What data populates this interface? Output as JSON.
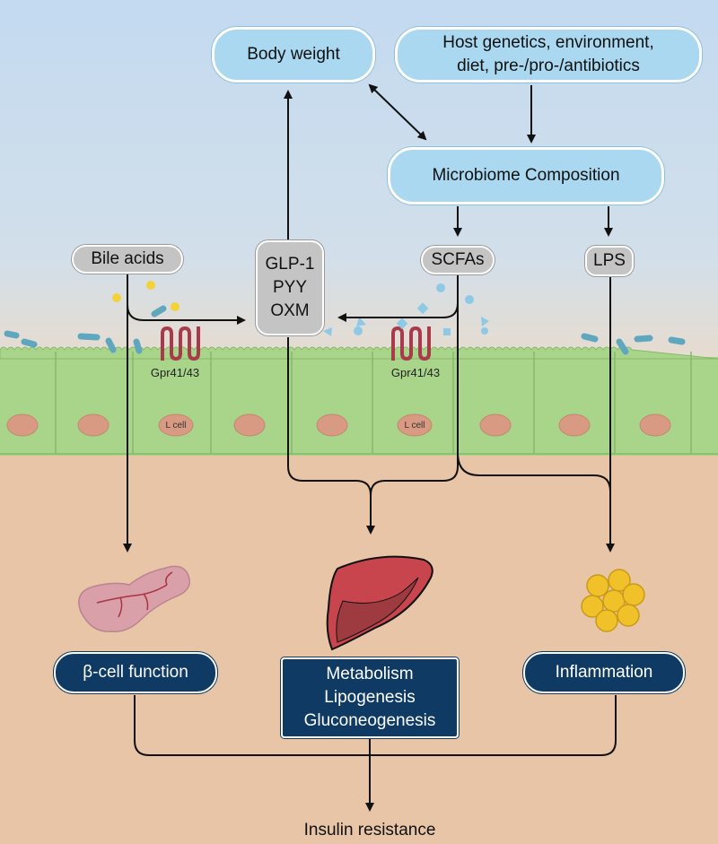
{
  "nodes": {
    "body_weight": "Body weight",
    "host_line1": "Host genetics, environment,",
    "host_line2": "diet, pre-/pro-/antibiotics",
    "microbiome": "Microbiome Composition",
    "bile_acids": "Bile acids",
    "hormones": [
      "GLP-1",
      "PYY",
      "OXM"
    ],
    "scfas": "SCFAs",
    "lps": "LPS",
    "receptor_left": "Gpr41/43",
    "receptor_right": "Gpr41/43",
    "lcell_left": "L cell",
    "lcell_right": "L cell",
    "beta_cell": "β-cell function",
    "metabolism": [
      "Metabolism",
      "Lipogenesis",
      "Gluconeogenesis"
    ],
    "inflammation": "Inflammation",
    "insulin_resistance": "Insulin resistance"
  },
  "colors": {
    "sky": "#c9dff0",
    "lumen_fade": "#d8dde2",
    "tissue": "#e8c5a6",
    "blue_box": "#a9d8f0",
    "navy": "#0e3a63",
    "pill_grey": "#c4c4c4",
    "cell_green": "#a9d58a",
    "nucleus": "#d89a82",
    "bacteria": "#5ea7bf",
    "bile_dot": "#f2d13b",
    "scfa_particle": "#8ec9e6",
    "receptor": "#a83a4a",
    "liver": "#c8454d",
    "pancreas": "#d9a0aa",
    "adipocyte": "#f1c12a"
  },
  "icons": [
    "pancreas-icon",
    "liver-icon",
    "adipocyte-cluster-icon",
    "gpr-receptor-icon",
    "bacteria-icon",
    "bile-acid-dot-icon",
    "scfa-particle-icon"
  ]
}
